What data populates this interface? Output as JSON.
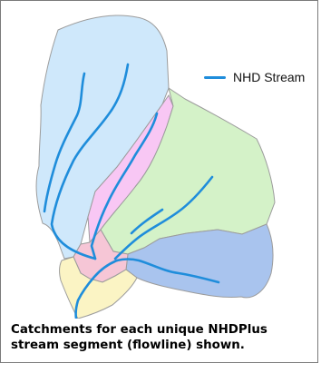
{
  "legend": {
    "label": "NHD Stream",
    "stream_color": "#1f8ddb"
  },
  "caption": {
    "line1": "Catchments for each unique NHDPlus",
    "line2": "stream segment (flowline) shown."
  },
  "catchment_colors": {
    "north": "#cfe8fb",
    "pink": "#f8c7f4",
    "green": "#d4f2c8",
    "east_blue": "#a9c4ee",
    "yellow": "#fbf4c4",
    "junction_pink": "#f6c6d6"
  }
}
